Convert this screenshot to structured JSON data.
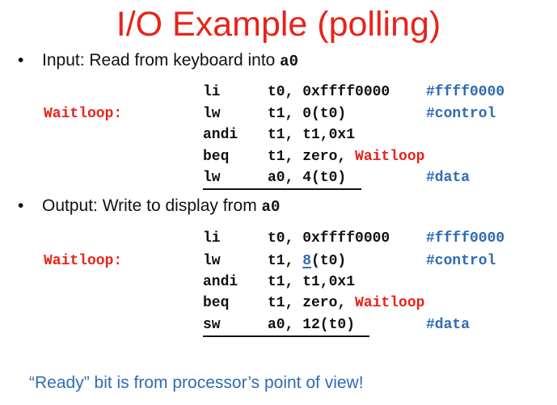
{
  "title": "I/O Example (polling)",
  "input_section": {
    "bullet": "•",
    "text": "Input: Read from keyboard into ",
    "reg": "a0",
    "label": "Waitloop:",
    "lines": [
      {
        "op": "li",
        "operand": "t0, 0xffff0000",
        "comment": "#ffff0000"
      },
      {
        "op": "lw",
        "operand": "t1, 0(t0)",
        "comment": "#control"
      },
      {
        "op": "andi",
        "operand": "t1, t1,0x1",
        "comment": ""
      },
      {
        "op": "beq",
        "operand": "t1, zero, ",
        "target": "Waitloop",
        "comment": ""
      },
      {
        "op": "lw",
        "operand": "a0, 4(t0)",
        "comment": "#data"
      }
    ]
  },
  "output_section": {
    "bullet": "•",
    "text": "Output: Write to display from ",
    "reg": "a0",
    "label": "Waitloop:",
    "lines": [
      {
        "op": "li",
        "operand": "t0, 0xffff0000",
        "comment": "#ffff0000"
      },
      {
        "op": "lw",
        "operand_pre": "t1, ",
        "operand_hl": "8",
        "operand_post": "(t0)",
        "comment": "#control"
      },
      {
        "op": "andi",
        "operand": "t1, t1,0x1",
        "comment": ""
      },
      {
        "op": "beq",
        "operand": "t1, zero, ",
        "target": "Waitloop",
        "comment": ""
      },
      {
        "op": "sw",
        "operand": "a0, 12(t0)",
        "comment": "#data"
      }
    ]
  },
  "footer": "“Ready” bit is from processor’s point of view!",
  "colors": {
    "title": "#e8231a",
    "label": "#e8231a",
    "comment": "#2f6bb3",
    "footer": "#2f6bb3"
  }
}
